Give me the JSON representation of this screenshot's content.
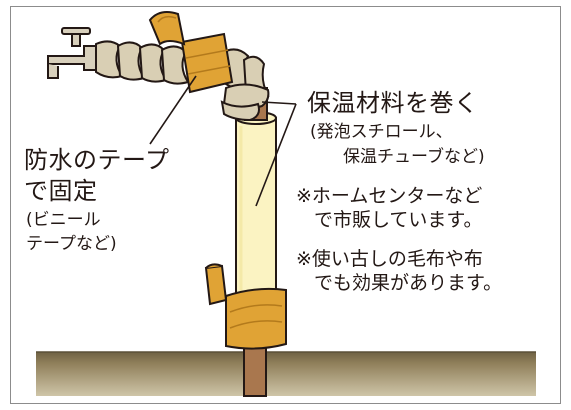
{
  "diagram": {
    "insulation": {
      "title": "保温材料を巻く",
      "example_line1": "(発泡スチロール、",
      "example_line2": "保温チューブなど)"
    },
    "notes": [
      {
        "line1": "※ホームセンターなど",
        "line2": "で市販しています。"
      },
      {
        "line1": "※使い古しの毛布や布",
        "line2": "でも効果があります。"
      }
    ],
    "tape": {
      "title_line1": "防水のテープ",
      "title_line2": "で固定",
      "example_line1": "(ビニール",
      "example_line2": "テープなど)"
    },
    "colors": {
      "tape": "#e0a335",
      "tape_dark": "#b37a1c",
      "insulation": "#fbf3c2",
      "rope": "#d9cfb4",
      "pipe": "#a9774e",
      "ground": "#8a7a55",
      "outline": "#231815"
    }
  }
}
